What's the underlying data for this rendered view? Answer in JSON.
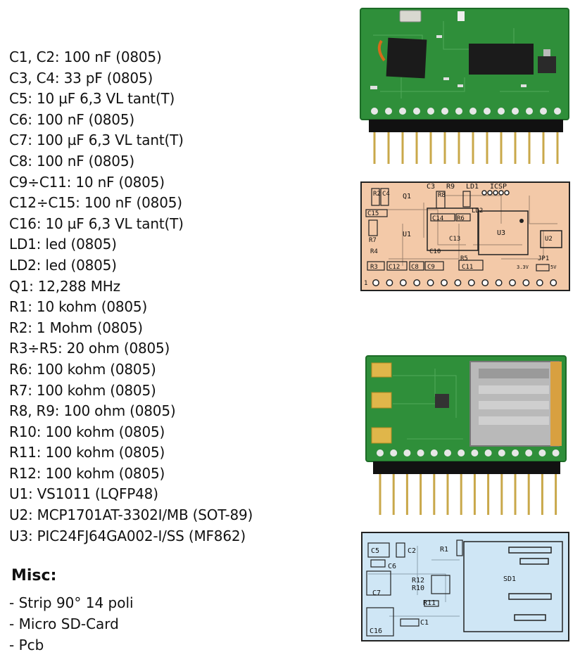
{
  "parts_list": [
    "C1, C2: 100 nF (0805)",
    "C3, C4: 33 pF (0805)",
    "C5: 10 µF 6,3 VL tant(T)",
    "C6: 100 nF (0805)",
    "C7: 100 µF 6,3 VL tant(T)",
    "C8: 100 nF (0805)",
    "C9÷C11: 10 nF (0805)",
    "C12÷C15: 100 nF (0805)",
    "C16: 10 µF 6,3 VL tant(T)",
    "LD1: led (0805)",
    "LD2: led (0805)",
    "Q1: 12,288 MHz",
    "R1: 10 kohm (0805)",
    "R2: 1 Mohm (0805)",
    "R3÷R5: 20 ohm (0805)",
    "R6: 100 kohm (0805)",
    "R7: 100 kohm (0805)",
    "R8, R9: 100 ohm (0805)",
    "R10: 100 kohm (0805)",
    "R11: 100 kohm (0805)",
    "R12: 100 kohm (0805)",
    "U1: VS1011 (LQFP48)",
    "U2: MCP1701AT-3302I/MB (SOT-89)",
    "U3: PIC24FJ64GA002-I/SS (MF862)"
  ],
  "misc": {
    "title": "Misc:",
    "items": [
      "- Strip 90° 14 poli",
      "- Micro SD-Card",
      "- Pcb"
    ]
  },
  "top_layout_labels": {
    "c3": "C3",
    "r9": "R9",
    "ld1": "LD1",
    "icsp": "ICSP",
    "r2": "R2",
    "c4": "C4",
    "q1": "Q1",
    "r8": "R8",
    "ld2": "LD2",
    "c15": "C15",
    "c14": "C14",
    "r6": "R6",
    "u1": "U1",
    "u3": "U3",
    "r7": "R7",
    "c13": "C13",
    "u2": "U2",
    "r4": "R4",
    "c10": "C10",
    "r5": "R5",
    "jp1": "JP1",
    "r3": "R3",
    "c12": "C12",
    "c8": "C8",
    "c9": "C9",
    "c11": "C11",
    "v33": "3.3V",
    "v5": "5V",
    "pin1": "1"
  },
  "bottom_layout_labels": {
    "c5": "C5",
    "c2": "C2",
    "r1": "R1",
    "c6": "C6",
    "r12": "R12",
    "r10": "R10",
    "sd1": "SD1",
    "c7": "C7",
    "r11": "R11",
    "c16": "C16",
    "c1": "C1"
  },
  "colors": {
    "pcb_green": "#2f8f3a",
    "top_layout_bg": "#f3c9a8",
    "bottom_layout_bg": "#cfe6f5",
    "trace": "#5a4a40"
  }
}
